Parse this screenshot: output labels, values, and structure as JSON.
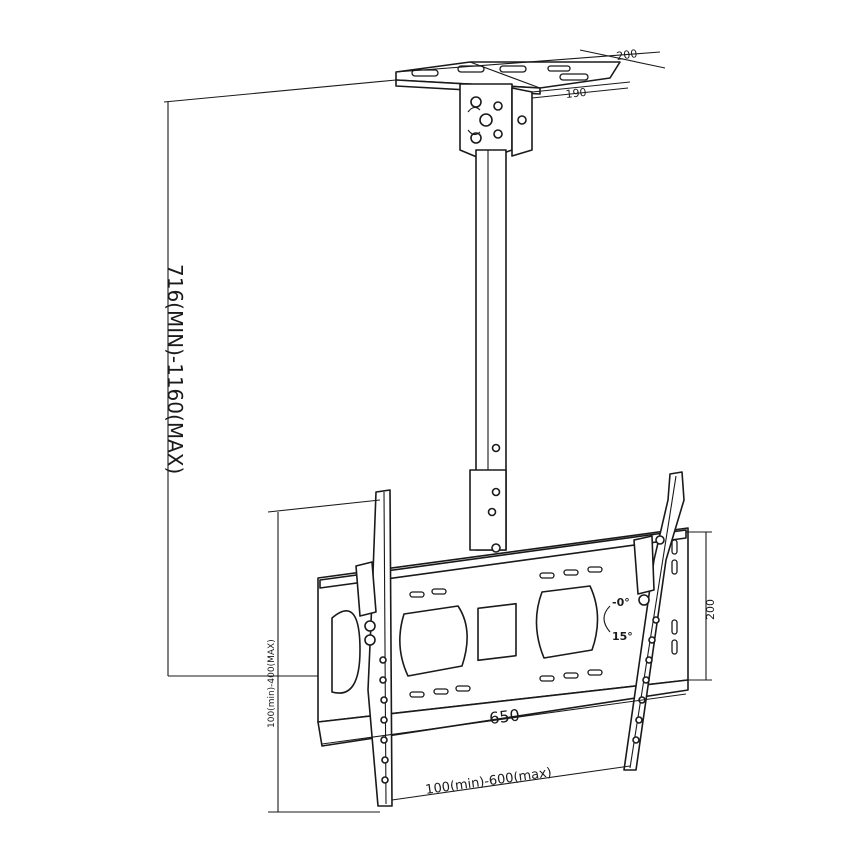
{
  "dimensions": {
    "ceiling_plate_depth": "200",
    "ceiling_plate_width": "190",
    "height_range": "716(MIN)-1160(MAX)",
    "vertical_hole_range": "100(min)-400(MAX)",
    "bracket_height": "200",
    "frame_width": "650",
    "horizontal_hole_range": "100(min)-600(max)"
  },
  "tilt": {
    "min": "-0°",
    "max": "15°"
  },
  "colors": {
    "line": "#1a1a1a",
    "background": "#ffffff"
  }
}
